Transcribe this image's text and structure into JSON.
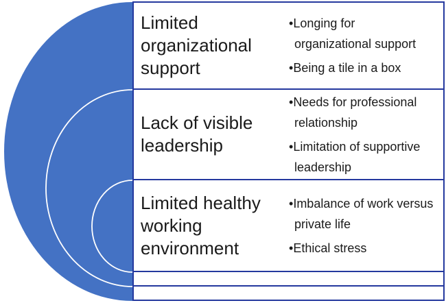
{
  "diagram": {
    "type": "nested-half-circles-list",
    "bullet_char": "•",
    "rows": [
      {
        "heading": "Limited organizational support",
        "bullets": [
          "Longing for organizational support",
          "Being a tile in a box"
        ]
      },
      {
        "heading": "Lack of visible leadership",
        "bullets": [
          "Needs for professional relationship",
          "Limitation of supportive leadership"
        ]
      },
      {
        "heading": "Limited healthy working environment",
        "bullets": [
          "Imbalance of work versus private life",
          "Ethical stress"
        ]
      }
    ],
    "empty_row_count": 2
  },
  "colors": {
    "circle-fill": "#4472C4",
    "box-border": "#24389E",
    "ring-stroke": "#ffffff",
    "text": "#1a1a1a",
    "background": "#ffffff"
  }
}
